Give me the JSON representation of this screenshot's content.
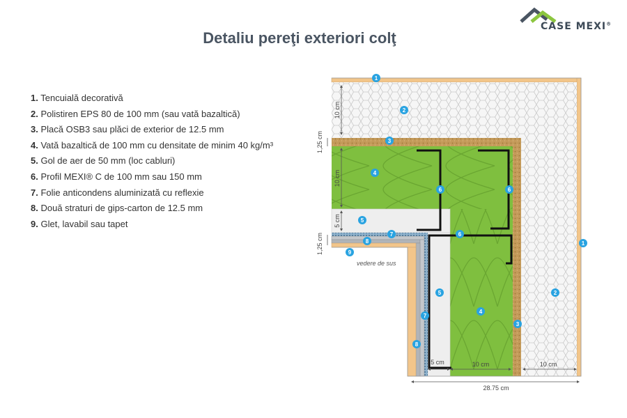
{
  "brand": {
    "logo_text": "CASE MEXI",
    "reg_mark": "®",
    "colors": {
      "roof_dark": "#4a5562",
      "roof_green": "#8cc63f"
    }
  },
  "title": "Detaliu pereţi exteriori colţ",
  "legend": [
    {
      "num": "1.",
      "text": "Tencuială decorativă"
    },
    {
      "num": "2.",
      "text": "Polistiren EPS 80 de 100 mm (sau vată bazaltică)"
    },
    {
      "num": "3.",
      "text": "Placă OSB3 sau plăci de exterior de 12.5 mm"
    },
    {
      "num": "4.",
      "text": "Vată bazaltică de 100 mm cu densitate de minim 40 kg/m³"
    },
    {
      "num": "5.",
      "text": "Gol de aer de 50 mm (loc cabluri)"
    },
    {
      "num": "6.",
      "text": "Profil MEXI® C de 100 mm sau 150 mm"
    },
    {
      "num": "7.",
      "text": "Folie anticondens aluminizată cu reflexie"
    },
    {
      "num": "8.",
      "text": "Două straturi de gips-carton de 12.5 mm"
    },
    {
      "num": "9.",
      "text": "Glet, lavabil sau tapet"
    }
  ],
  "diagram": {
    "view_label": "vedere de sus",
    "dims": {
      "eps_top": "10 cm",
      "osb_left": "1,25 cm",
      "wool_left": "10 cm",
      "air_left": "5 cm",
      "gips_left": "1,25 cm",
      "air_bottom": "5 cm",
      "wool_bottom": "10 cm",
      "eps_bottom": "10 cm",
      "total": "28.75 cm"
    },
    "badges": {
      "b1_top": "1",
      "b1_right": "1",
      "b2_top": "2",
      "b2_right": "2",
      "b3_top": "3",
      "b3_right": "3",
      "b4_top": "4",
      "b4_bottom": "4",
      "b5_left": "5",
      "b5_bottom": "5",
      "b6_a": "6",
      "b6_b": "6",
      "b6_c": "6",
      "b7_left": "7",
      "b7_bottom": "7",
      "b8_left": "8",
      "b8_bottom": "8",
      "b9": "9"
    },
    "colors": {
      "render": "#f2c58a",
      "eps": "#f4f4f4",
      "osb": "#c49a5a",
      "wool": "#7fbf3f",
      "air": "#eeeeee",
      "foil": "#8fb2cc",
      "gips": "#b9bcc0",
      "glet": "#f2c58a",
      "profile": "#111111",
      "badge": "#29a3e1"
    }
  }
}
